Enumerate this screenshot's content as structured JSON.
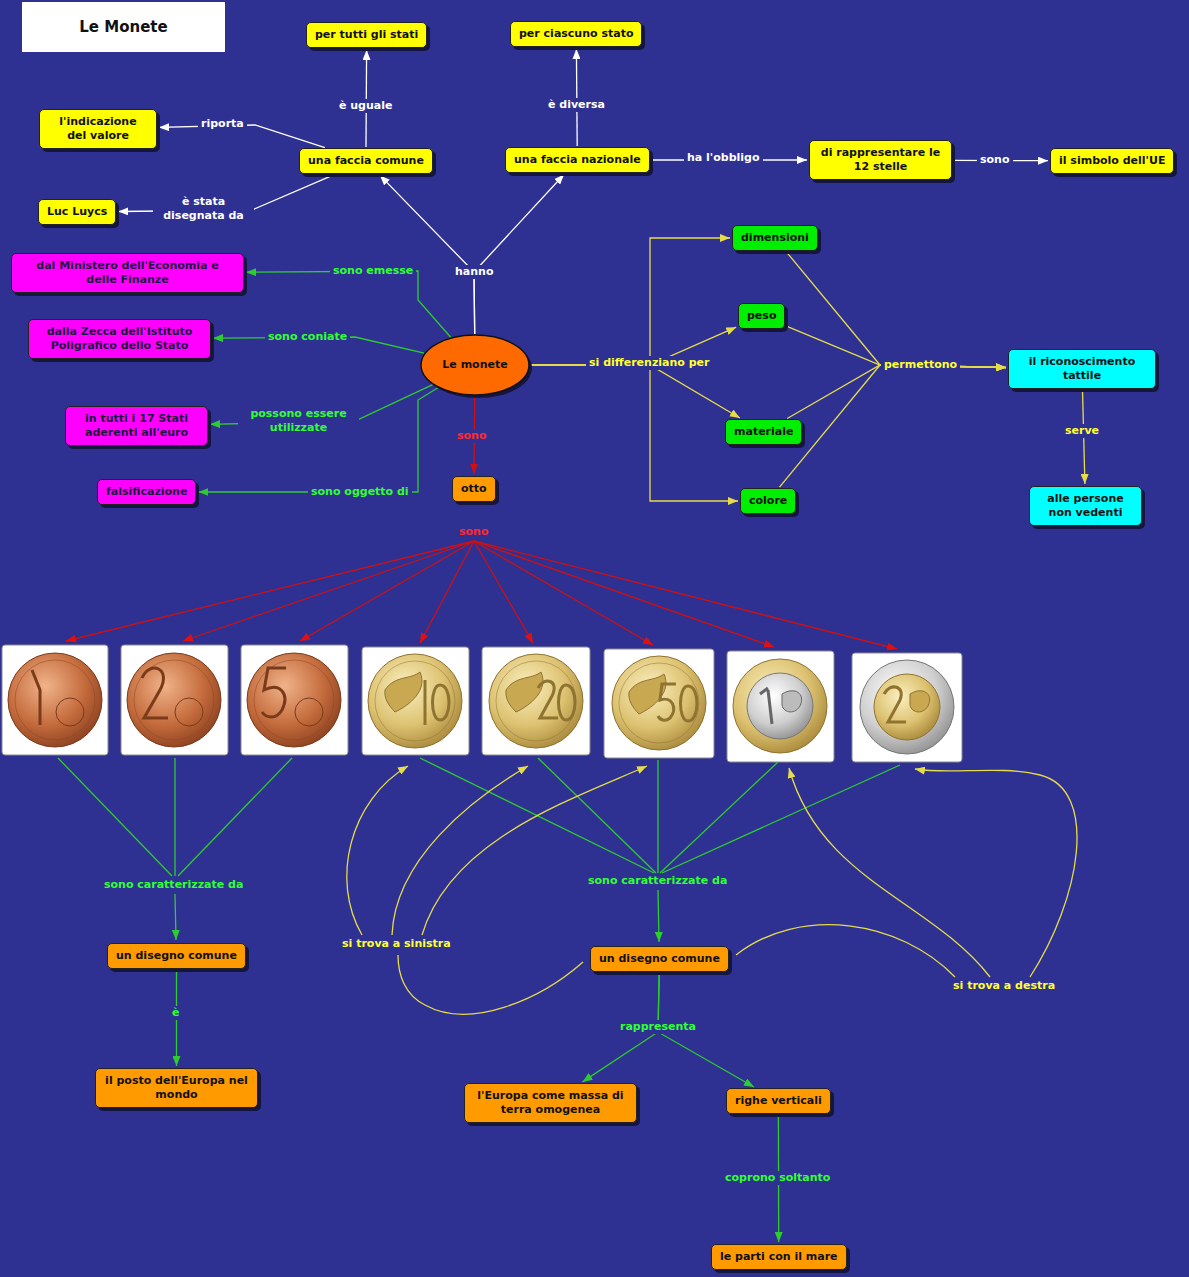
{
  "diagram": {
    "title": "Le Monete",
    "nodes": [
      {
        "text": [
          "per tutti gli stati"
        ]
      },
      {
        "text": [
          "per ciascuno stato"
        ]
      },
      {
        "text": [
          "l'indicazione del valore"
        ]
      },
      {
        "text": [
          "una faccia comune"
        ]
      },
      {
        "text": [
          "una faccia nazionale"
        ]
      },
      {
        "text": [
          "di rappresentare le 12 stelle"
        ]
      },
      {
        "text": [
          "il simbolo dell'UE"
        ]
      },
      {
        "text": [
          "Luc Luycs"
        ]
      },
      {
        "text": [
          "dimensioni"
        ]
      },
      {
        "text": [
          "dal Ministero dell'Economia e delle Finanze"
        ]
      },
      {
        "text": [
          "peso"
        ]
      },
      {
        "text": [
          "dalla Zecca dell'Istituto Poligrafico dello Stato"
        ]
      },
      {
        "text": [
          "Le monete"
        ]
      },
      {
        "text": [
          "il riconoscimento tattile"
        ]
      },
      {
        "text": [
          "in tutti i 17 Stati aderenti all'euro"
        ]
      },
      {
        "text": [
          "materiale"
        ]
      },
      {
        "text": [
          "otto"
        ]
      },
      {
        "text": [
          "falsificazione"
        ]
      },
      {
        "text": [
          "alle persone non vedenti"
        ]
      },
      {
        "text": [
          "colore"
        ]
      },
      {
        "text": [
          "un disegno comune"
        ]
      },
      {
        "text": [
          "un disegno comune"
        ]
      },
      {
        "text": [
          "il posto dell'Europa nel mondo"
        ]
      },
      {
        "text": [
          "l'Europa come massa di terra omogenea"
        ]
      },
      {
        "text": [
          "righe verticali"
        ]
      },
      {
        "text": [
          "le parti con il mare"
        ]
      }
    ],
    "edges": [
      {
        "from": 12,
        "to": 3,
        "label": "hanno",
        "arrow": "to"
      },
      {
        "from": 12,
        "to": 4,
        "arrow": "to"
      },
      {
        "from": 3,
        "to": 0,
        "label": "è uguale",
        "arrow": "to"
      },
      {
        "from": 4,
        "to": 1,
        "label": "è diversa",
        "arrow": "to"
      },
      {
        "from": 3,
        "to": 2,
        "label": "riporta",
        "arrow": "to"
      },
      {
        "from": 3,
        "to": 7,
        "label": "è stata disegnata da",
        "arrow": "to"
      },
      {
        "from": 4,
        "to": 5,
        "label": "ha l'obbligo",
        "arrow": "to"
      },
      {
        "from": 5,
        "to": 6,
        "label": "sono",
        "arrow": "to"
      },
      {
        "from": 12,
        "to": 9,
        "label": "sono emesse",
        "arrow": "to"
      },
      {
        "from": 12,
        "to": 11,
        "label": "sono coniate",
        "arrow": "to"
      },
      {
        "from": 12,
        "to": 14,
        "label": "possono essere utilizzate",
        "arrow": "to"
      },
      {
        "from": 12,
        "to": 17,
        "label": "sono oggetto di",
        "arrow": "to"
      },
      {
        "from": 12,
        "to": 8,
        "label": "si differenziano per",
        "arrow": "to"
      },
      {
        "from": 12,
        "to": 10,
        "arrow": "to"
      },
      {
        "from": 12,
        "to": 15,
        "arrow": "to"
      },
      {
        "from": 12,
        "to": 19,
        "arrow": "to"
      },
      {
        "from": 8,
        "to": 13,
        "label": "permettono",
        "arrow": "to"
      },
      {
        "from": 10,
        "to": 13,
        "arrow": "to"
      },
      {
        "from": 15,
        "to": 13,
        "arrow": "to"
      },
      {
        "from": 19,
        "to": 13,
        "arrow": "to"
      },
      {
        "from": 13,
        "to": 18,
        "label": "serve",
        "arrow": "to"
      },
      {
        "from": 12,
        "to": 16,
        "label": "sono",
        "arrow": "to"
      },
      {
        "from": 20,
        "to": 22,
        "label": "è",
        "arrow": "to"
      },
      {
        "from": 21,
        "to": 23,
        "label": "rappresenta",
        "arrow": "to"
      },
      {
        "from": 21,
        "to": 24,
        "arrow": "to"
      },
      {
        "from": 24,
        "to": 25,
        "label": "coprono soltanto",
        "arrow": "to"
      }
    ],
    "labels": [
      "sono",
      "sono caratterizzate da",
      "sono caratterizzate da",
      "si trova a sinistra",
      "si trova a destra"
    ]
  }
}
